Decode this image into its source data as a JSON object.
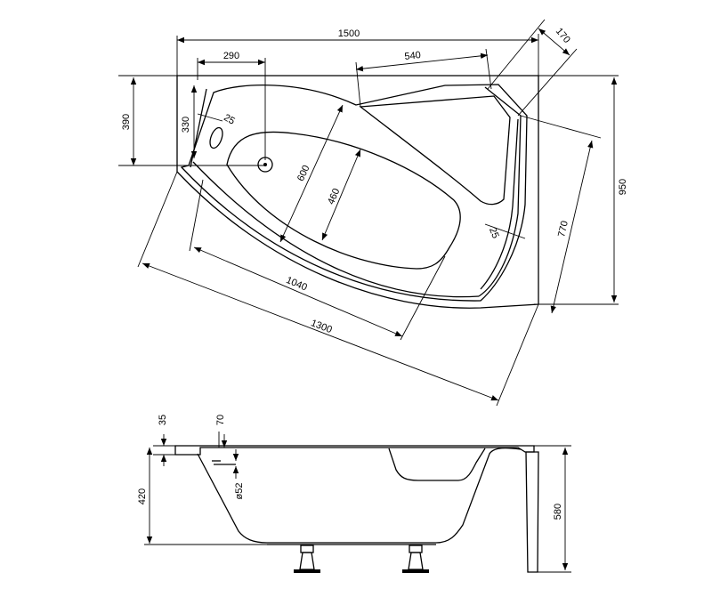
{
  "top_view": {
    "dims": {
      "total_width": "1500",
      "corner_cut": "170",
      "left_offset": "290",
      "top_segment": "540",
      "side_depth": "390",
      "drain_edge": "330",
      "rim_left": "25",
      "inner_length": "600",
      "inner_width": "460",
      "rim_right": "25",
      "right_side": "770",
      "total_depth": "950",
      "inner_diag": "1040",
      "outer_diag": "1300"
    }
  },
  "side_view": {
    "dims": {
      "rim_thickness": "35",
      "overflow_offset": "70",
      "bath_height": "420",
      "overflow_diameter": "ø52",
      "total_height": "580"
    }
  }
}
